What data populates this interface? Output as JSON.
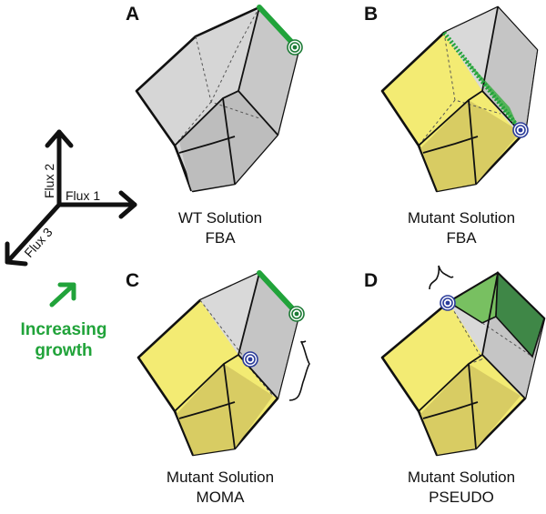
{
  "colors": {
    "gray_face": "#d9d9d9",
    "gray_dark": "#b9b9b9",
    "yellow_face": "#f3eb73",
    "yellow_dark": "#d8cc63",
    "green": "#21a33a",
    "green_light": "#78c061",
    "green_dark": "#3f8747",
    "optimum_marker": "#1c7a35",
    "mutant_marker": "#2a3b9a"
  },
  "axes": {
    "flux1": "Flux 1",
    "flux2": "Flux 2",
    "flux3": "Flux 3"
  },
  "growth": {
    "line1": "Increasing",
    "line2": "growth"
  },
  "panels": [
    {
      "letter": "A",
      "caption1": "WT Solution",
      "caption2": "FBA"
    },
    {
      "letter": "B",
      "caption1": "Mutant Solution",
      "caption2": "FBA"
    },
    {
      "letter": "C",
      "caption1": "Mutant Solution",
      "caption2": "MOMA"
    },
    {
      "letter": "D",
      "caption1": "Mutant Solution",
      "caption2": "PSEUDO"
    }
  ]
}
